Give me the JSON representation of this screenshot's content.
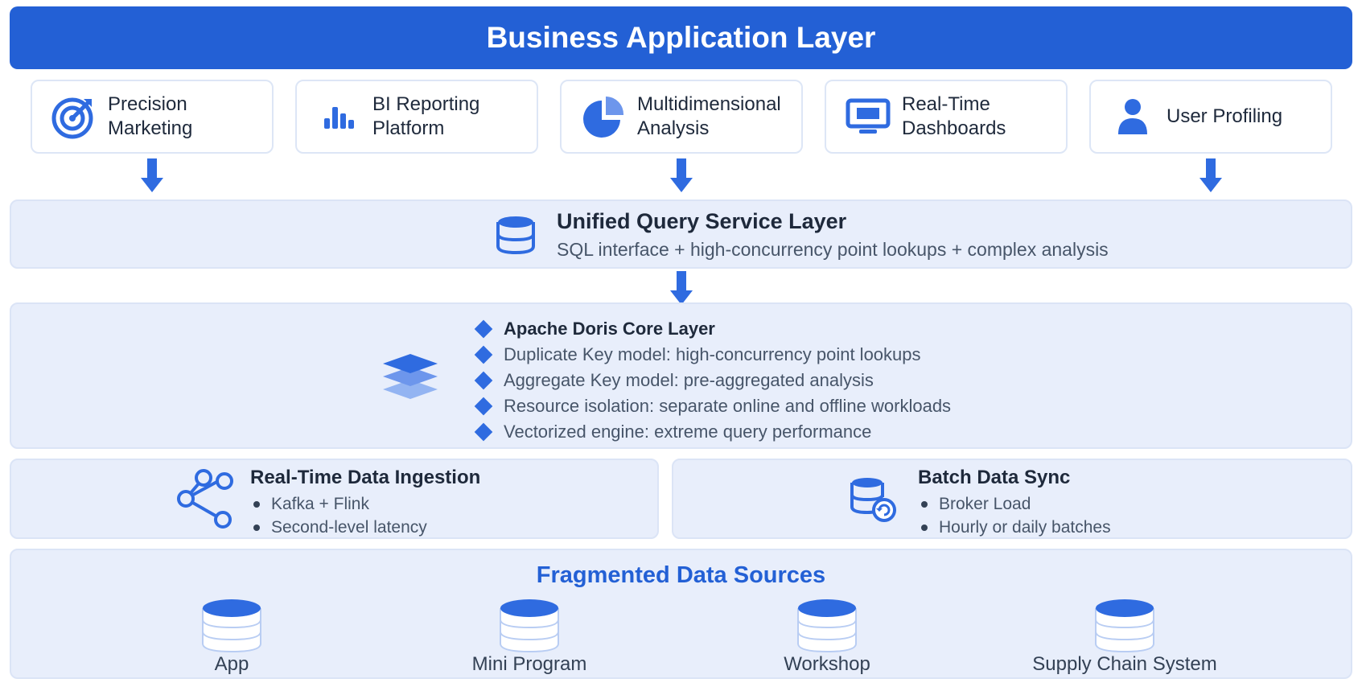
{
  "header": {
    "title": "Business Application Layer"
  },
  "apps": [
    {
      "label": "Precision Marketing",
      "icon": "target-icon"
    },
    {
      "label": "BI Reporting Platform",
      "icon": "bar-chart-icon"
    },
    {
      "label": "Multidimensional Analysis",
      "icon": "pie-chart-icon"
    },
    {
      "label": "Real-Time Dashboards",
      "icon": "monitor-icon"
    },
    {
      "label": "User Profiling",
      "icon": "user-icon"
    }
  ],
  "query": {
    "title": "Unified Query Service Layer",
    "subtitle": "SQL interface + high-concurrency point lookups + complex analysis",
    "icon": "database-icon"
  },
  "core": {
    "icon": "layers-icon",
    "items": [
      "Apache Doris Core Layer",
      "Duplicate Key model: high-concurrency point lookups",
      "Aggregate Key model: pre-aggregated analysis",
      "Resource isolation: separate online and offline workloads",
      "Vectorized engine: extreme query performance"
    ]
  },
  "ingestion": {
    "realtime": {
      "title": "Real-Time Data Ingestion",
      "icon": "share-nodes-icon",
      "bullets": [
        "Kafka + Flink",
        "Second-level latency"
      ]
    },
    "batch": {
      "title": "Batch Data Sync",
      "icon": "database-sync-icon",
      "bullets": [
        "Broker Load",
        "Hourly or daily batches"
      ]
    }
  },
  "sources": {
    "title": "Fragmented Data Sources",
    "items": [
      "App",
      "Mini Program",
      "Workshop",
      "Supply Chain System"
    ]
  },
  "colors": {
    "primary": "#2360d5",
    "accent": "#2f6be0",
    "panel": "#e8eefb",
    "text": "#1e293b",
    "muted": "#475569"
  }
}
